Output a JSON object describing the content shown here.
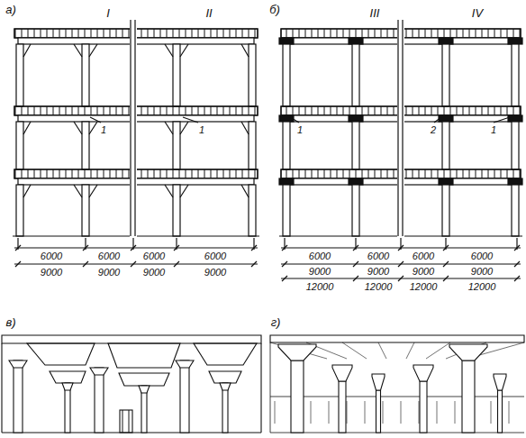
{
  "diagram": {
    "labels": [
      "а)",
      "I",
      "II",
      "1",
      "1",
      "6000",
      "6000",
      "6000",
      "6000",
      "9000",
      "9000",
      "9000",
      "9000",
      "б)",
      "III",
      "IV",
      "1",
      "2",
      "1",
      "6000",
      "6000",
      "6000",
      "6000",
      "9000",
      "9000",
      "9000",
      "9000",
      "12000",
      "12000",
      "12000",
      "12000",
      "в)",
      "г)"
    ]
  }
}
